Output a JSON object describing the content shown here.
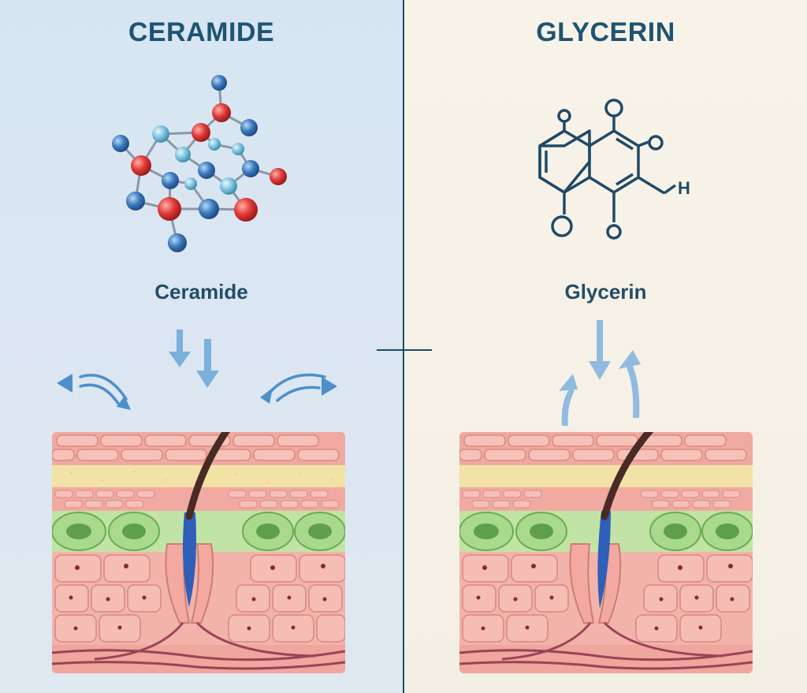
{
  "panels": {
    "left": {
      "title": "CERAMIDE",
      "label": "Ceramide"
    },
    "right": {
      "title": "GLYCERIN",
      "label": "Glycerin",
      "structure_atom_h": "H"
    }
  },
  "colors": {
    "left_background": "#d7e5f2",
    "right_background": "#f8f3e9",
    "title_text": "#1d5473",
    "divider": "#1f4a66",
    "oxygen_atom": "#e03a3a",
    "carbon_atom": "#3d7cbf",
    "hydrogen_atom": "#7fc4e0",
    "arrow": "#6aa7d8",
    "skin_surface": "#f0a9a0",
    "fat_layer": "#f3e2a6",
    "cell_layer": "#a9d98c",
    "dermis": "#f2b3ab",
    "hair": "#4a2a24",
    "follicle": "#2f5fb8"
  },
  "icons": {
    "ceramide_molecule": "ball-and-stick-molecule-icon",
    "glycerin_structure": "skeletal-formula-icon",
    "arrows": "water-flow-arrow-icon",
    "skin_section": "skin-cross-section-icon"
  }
}
